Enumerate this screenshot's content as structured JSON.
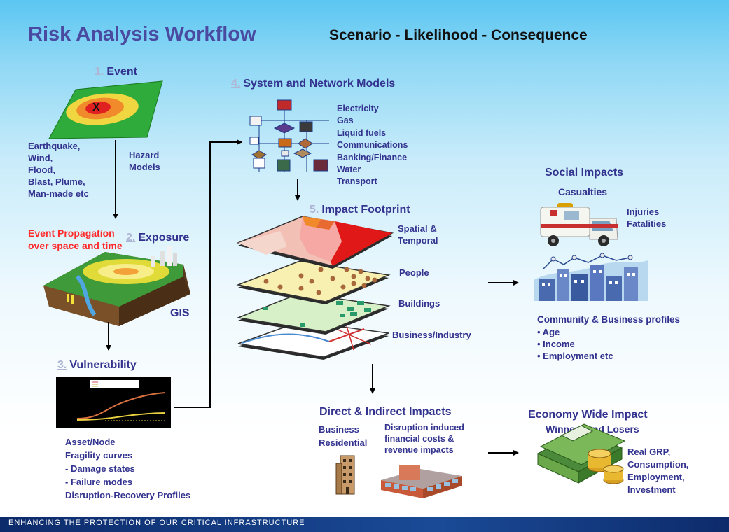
{
  "title": "Risk Analysis Workflow",
  "subtitle": "Scenario - Likelihood - Consequence",
  "footer": "ENHANCING THE PROTECTION OF OUR CRITICAL INFRASTRUCTURE",
  "step1": {
    "number": "1.",
    "label": "Event",
    "marker": "X",
    "hazards": [
      "Earthquake,",
      "Wind,",
      "Flood,",
      "Blast, Plume,",
      "Man-made etc"
    ],
    "hazard_models": [
      "Hazard",
      "Models"
    ]
  },
  "step2": {
    "number": "2.",
    "label": "Exposure",
    "propagation": [
      "Event Propagation",
      "over space and time"
    ],
    "gis": "GIS"
  },
  "step3": {
    "number": "3.",
    "label": "Vulnerability",
    "notes": [
      "Asset/Node",
      "Fragility curves",
      "- Damage states",
      "- Failure modes",
      "Disruption-Recovery Profiles"
    ]
  },
  "step4": {
    "number": "4.",
    "label": "System and Network Models",
    "systems": [
      "Electricity",
      "Gas",
      "Liquid fuels",
      "Communications",
      "Banking/Finance",
      "Water",
      "Transport"
    ]
  },
  "step5": {
    "number": "5.",
    "label": "Impact Footprint",
    "layers": {
      "spatial": [
        "Spatial &",
        "Temporal"
      ],
      "people": "People",
      "buildings": "Buildings",
      "business": "Business/Industry"
    }
  },
  "social": {
    "title": "Social Impacts",
    "casualties": "Casualties",
    "items": [
      "Injuries",
      "Fatalities"
    ],
    "profiles_title": "Community & Business profiles",
    "profiles": [
      "• Age",
      "• Income",
      "• Employment etc"
    ]
  },
  "direct": {
    "title": "Direct & Indirect Impacts",
    "left": [
      "Business",
      "Residential"
    ],
    "right": [
      "Disruption induced",
      "financial costs &",
      "revenue impacts"
    ]
  },
  "economy": {
    "title": "Economy Wide Impact",
    "subtitle": "Winners and Losers",
    "items": [
      "Real GRP,",
      "Consumption,",
      "Employment,",
      "Investment"
    ]
  },
  "colors": {
    "heading": "#33338f",
    "accent_red": "#ff2a2a",
    "footer": "#1a4a96"
  }
}
